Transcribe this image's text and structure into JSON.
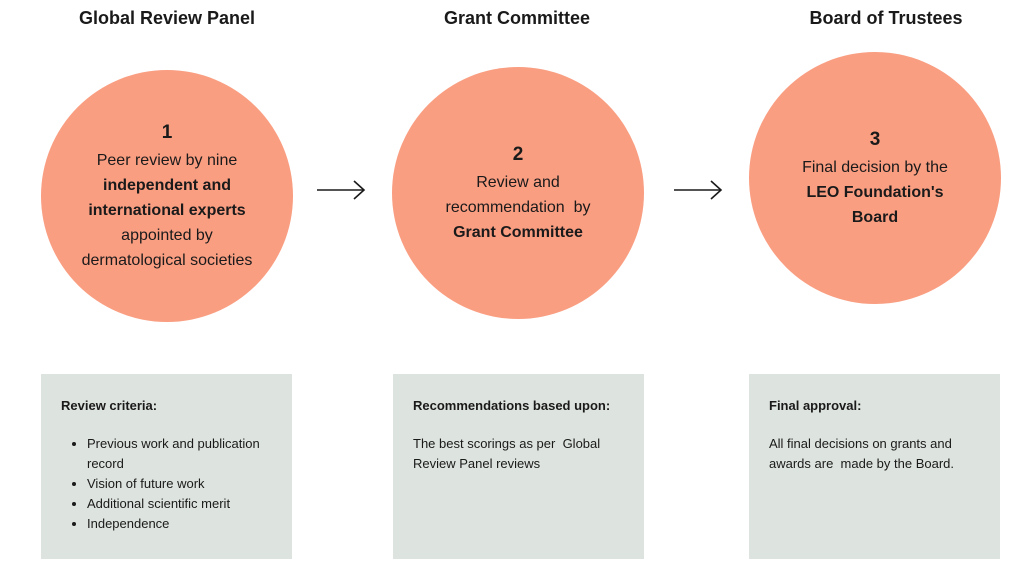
{
  "columns": [
    {
      "title": "Global Review Panel",
      "number": "1",
      "lines": [
        "Peer review by nine",
        "independent and",
        "international experts",
        "appointed by",
        "dermatological societies"
      ],
      "box_heading": "Review criteria:",
      "box_bullets": [
        "Previous work and publication record",
        "Vision of future work",
        "Additional scientific merit",
        "Independence"
      ]
    },
    {
      "title": "Grant Committee",
      "number": "2",
      "lines": [
        "Review and",
        "recommendation  by",
        "Grant Committee"
      ],
      "box_heading": "Recommendations based upon:",
      "box_text": "The best scorings as per  Global Review Panel reviews"
    },
    {
      "title": "Board of Trustees",
      "number": "3",
      "lines": [
        "Final decision by the",
        "LEO Foundation's",
        "Board"
      ],
      "box_heading": "Final approval:",
      "box_text": "All final decisions on grants and awards are  made by the Board."
    }
  ],
  "colors": {
    "circle": "#fa9e82",
    "box": "#dde3de",
    "text": "#1a1a1a"
  },
  "icons": [
    "arrow-right-icon",
    "arrow-right-icon"
  ]
}
